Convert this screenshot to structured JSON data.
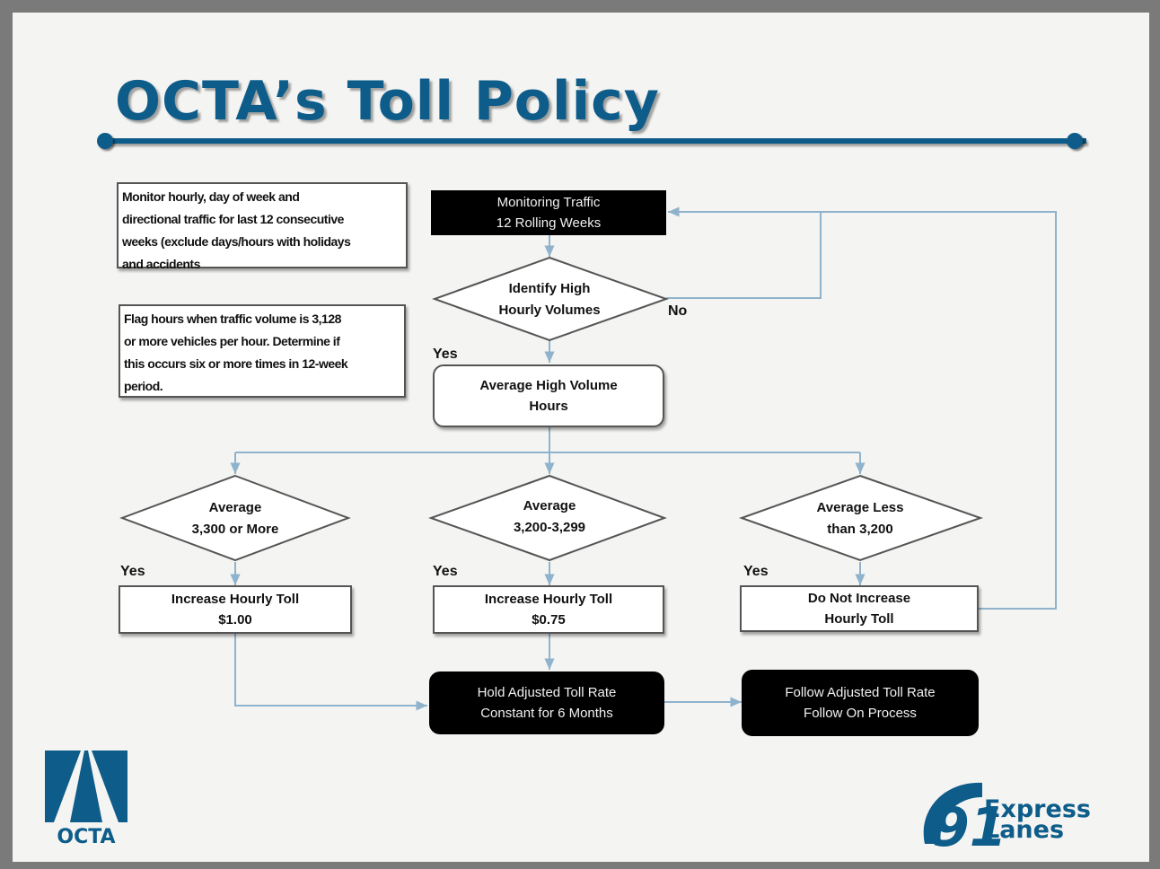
{
  "title": "OCTA’s Toll Policy",
  "notes": {
    "monitor": "Monitor hourly, day of week and\ndirectional traffic for last 12 consecutive\nweeks (exclude days/hours with holidays\nand accidents",
    "flag": "Flag hours when traffic volume is 3,128\nor more vehicles per hour. Determine if\nthis occurs six or more times in 12-week\nperiod."
  },
  "nodes": {
    "monitoring": "Monitoring Traffic\n12 Rolling Weeks",
    "identify": "Identify High\nHourly Volumes",
    "average_hours": "Average High Volume\nHours",
    "d_left": "Average\n3,300 or More",
    "d_mid": "Average\n3,200-3,299",
    "d_right": "Average Less\nthan 3,200",
    "inc_100": "Increase Hourly Toll\n$1.00",
    "inc_075": "Increase Hourly Toll\n$0.75",
    "no_inc": "Do Not Increase\nHourly Toll",
    "hold": "Hold Adjusted Toll Rate\nConstant for 6 Months",
    "follow": "Follow Adjusted Toll Rate\nFollow On Process"
  },
  "labels": {
    "no": "No",
    "yes_identify": "Yes",
    "yes_left": "Yes",
    "yes_mid": "Yes",
    "yes_right": "Yes"
  },
  "logos": {
    "octa": "OCTA",
    "express_number": "91",
    "express": "Express\nLanes"
  },
  "colors": {
    "brand": "#0d5c8a",
    "connector": "#8fb3cc"
  }
}
